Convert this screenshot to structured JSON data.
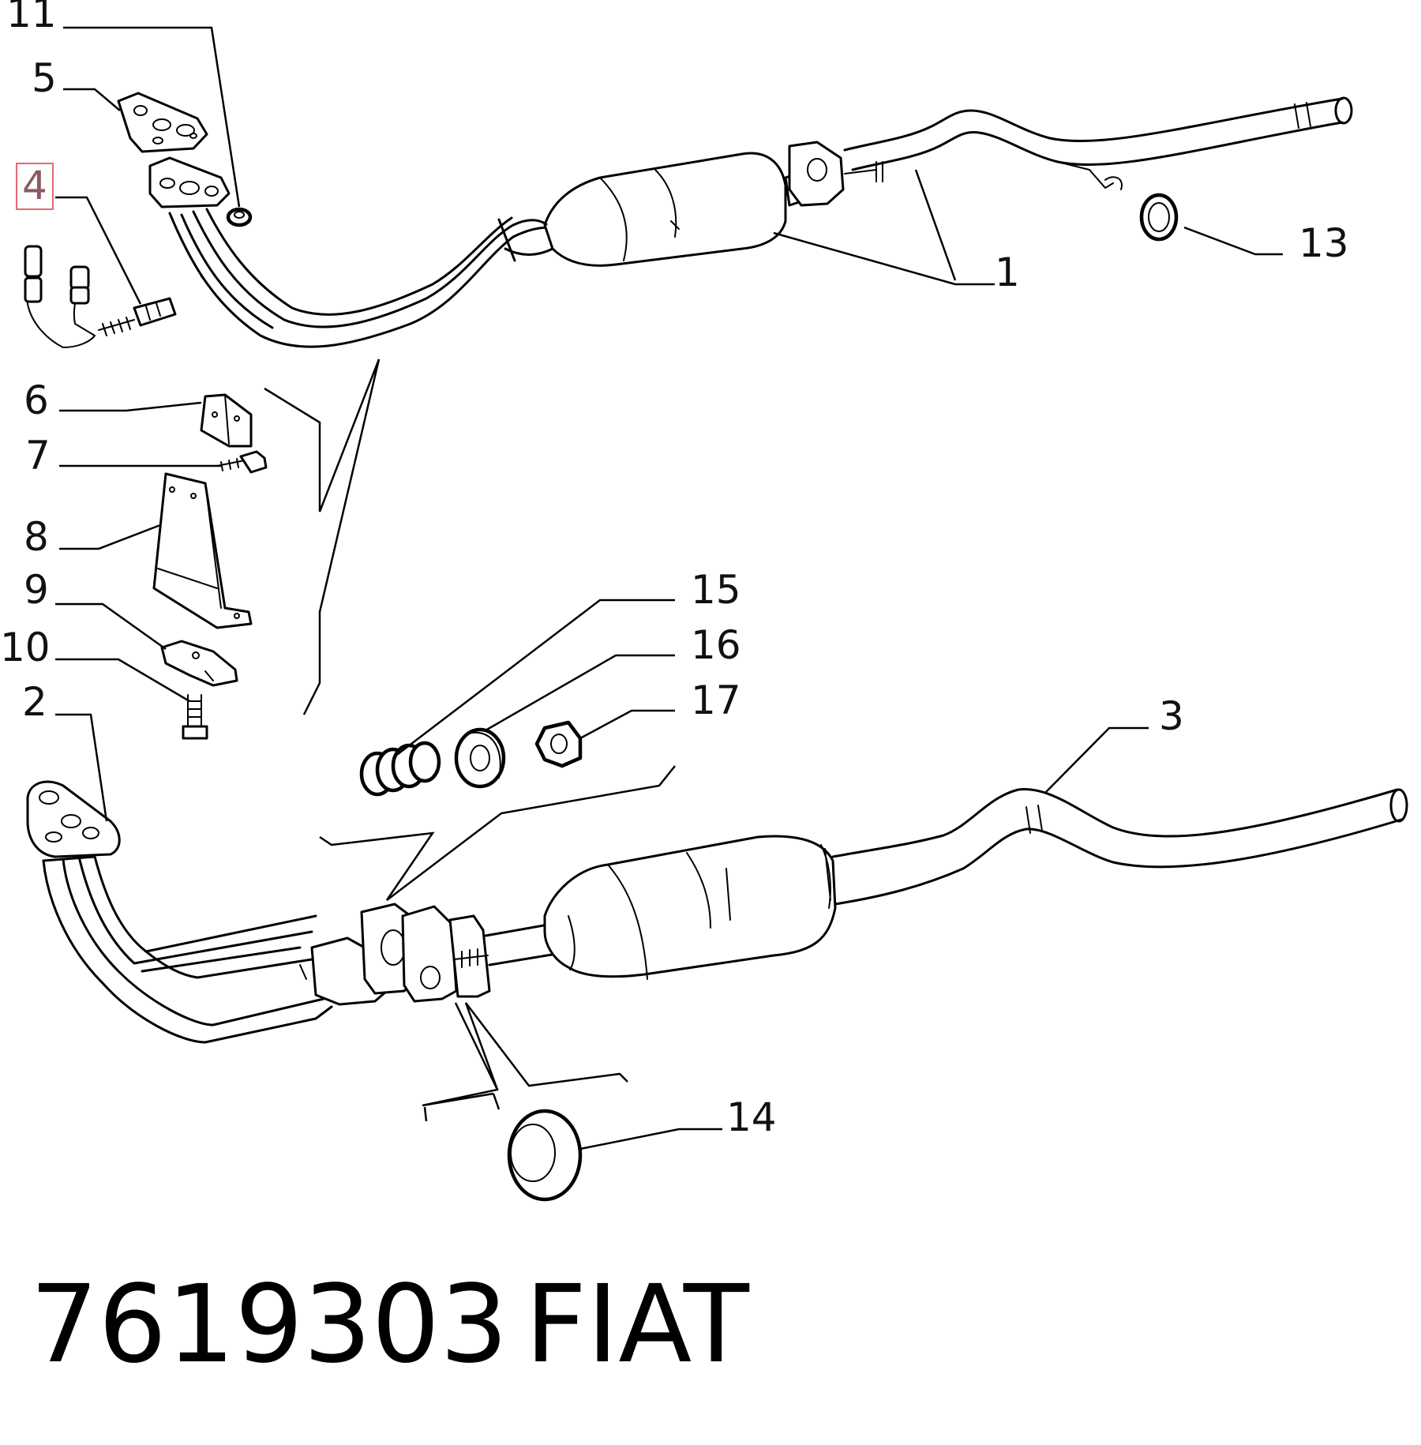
{
  "callouts": [
    {
      "id": "11",
      "label": "11"
    },
    {
      "id": "5",
      "label": "5"
    },
    {
      "id": "4",
      "label": "4"
    },
    {
      "id": "6",
      "label": "6"
    },
    {
      "id": "7",
      "label": "7"
    },
    {
      "id": "8",
      "label": "8"
    },
    {
      "id": "9",
      "label": "9"
    },
    {
      "id": "10",
      "label": "10"
    },
    {
      "id": "2",
      "label": "2"
    },
    {
      "id": "15",
      "label": "15"
    },
    {
      "id": "16",
      "label": "16"
    },
    {
      "id": "17",
      "label": "17"
    },
    {
      "id": "3",
      "label": "3"
    },
    {
      "id": "1",
      "label": "1"
    },
    {
      "id": "13",
      "label": "13"
    },
    {
      "id": "14",
      "label": "14"
    }
  ],
  "selected_callout": "4",
  "colors": {
    "line": "#000000",
    "highlight_border": "#e06a74",
    "highlight_text": "#8a5a5e",
    "background": "#ffffff"
  },
  "footer": {
    "part_number": "7619303",
    "brand": "FIAT"
  }
}
